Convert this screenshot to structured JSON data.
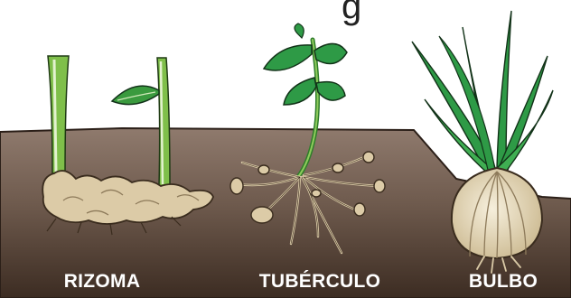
{
  "labels": {
    "rhizome": "RIZOMA",
    "tuber": "TUBÉRCULO",
    "bulb": "BULBO"
  },
  "colors": {
    "soil_top": "#8f7a6d",
    "soil_bottom": "#3c2c22",
    "leaf_green": "#2e9a46",
    "stem_green": "#5aa83a",
    "root_beige": "#d9c9a6",
    "bulb_cream": "#e8dcc0",
    "label_text": "#ffffff"
  },
  "partial_heading": "g"
}
